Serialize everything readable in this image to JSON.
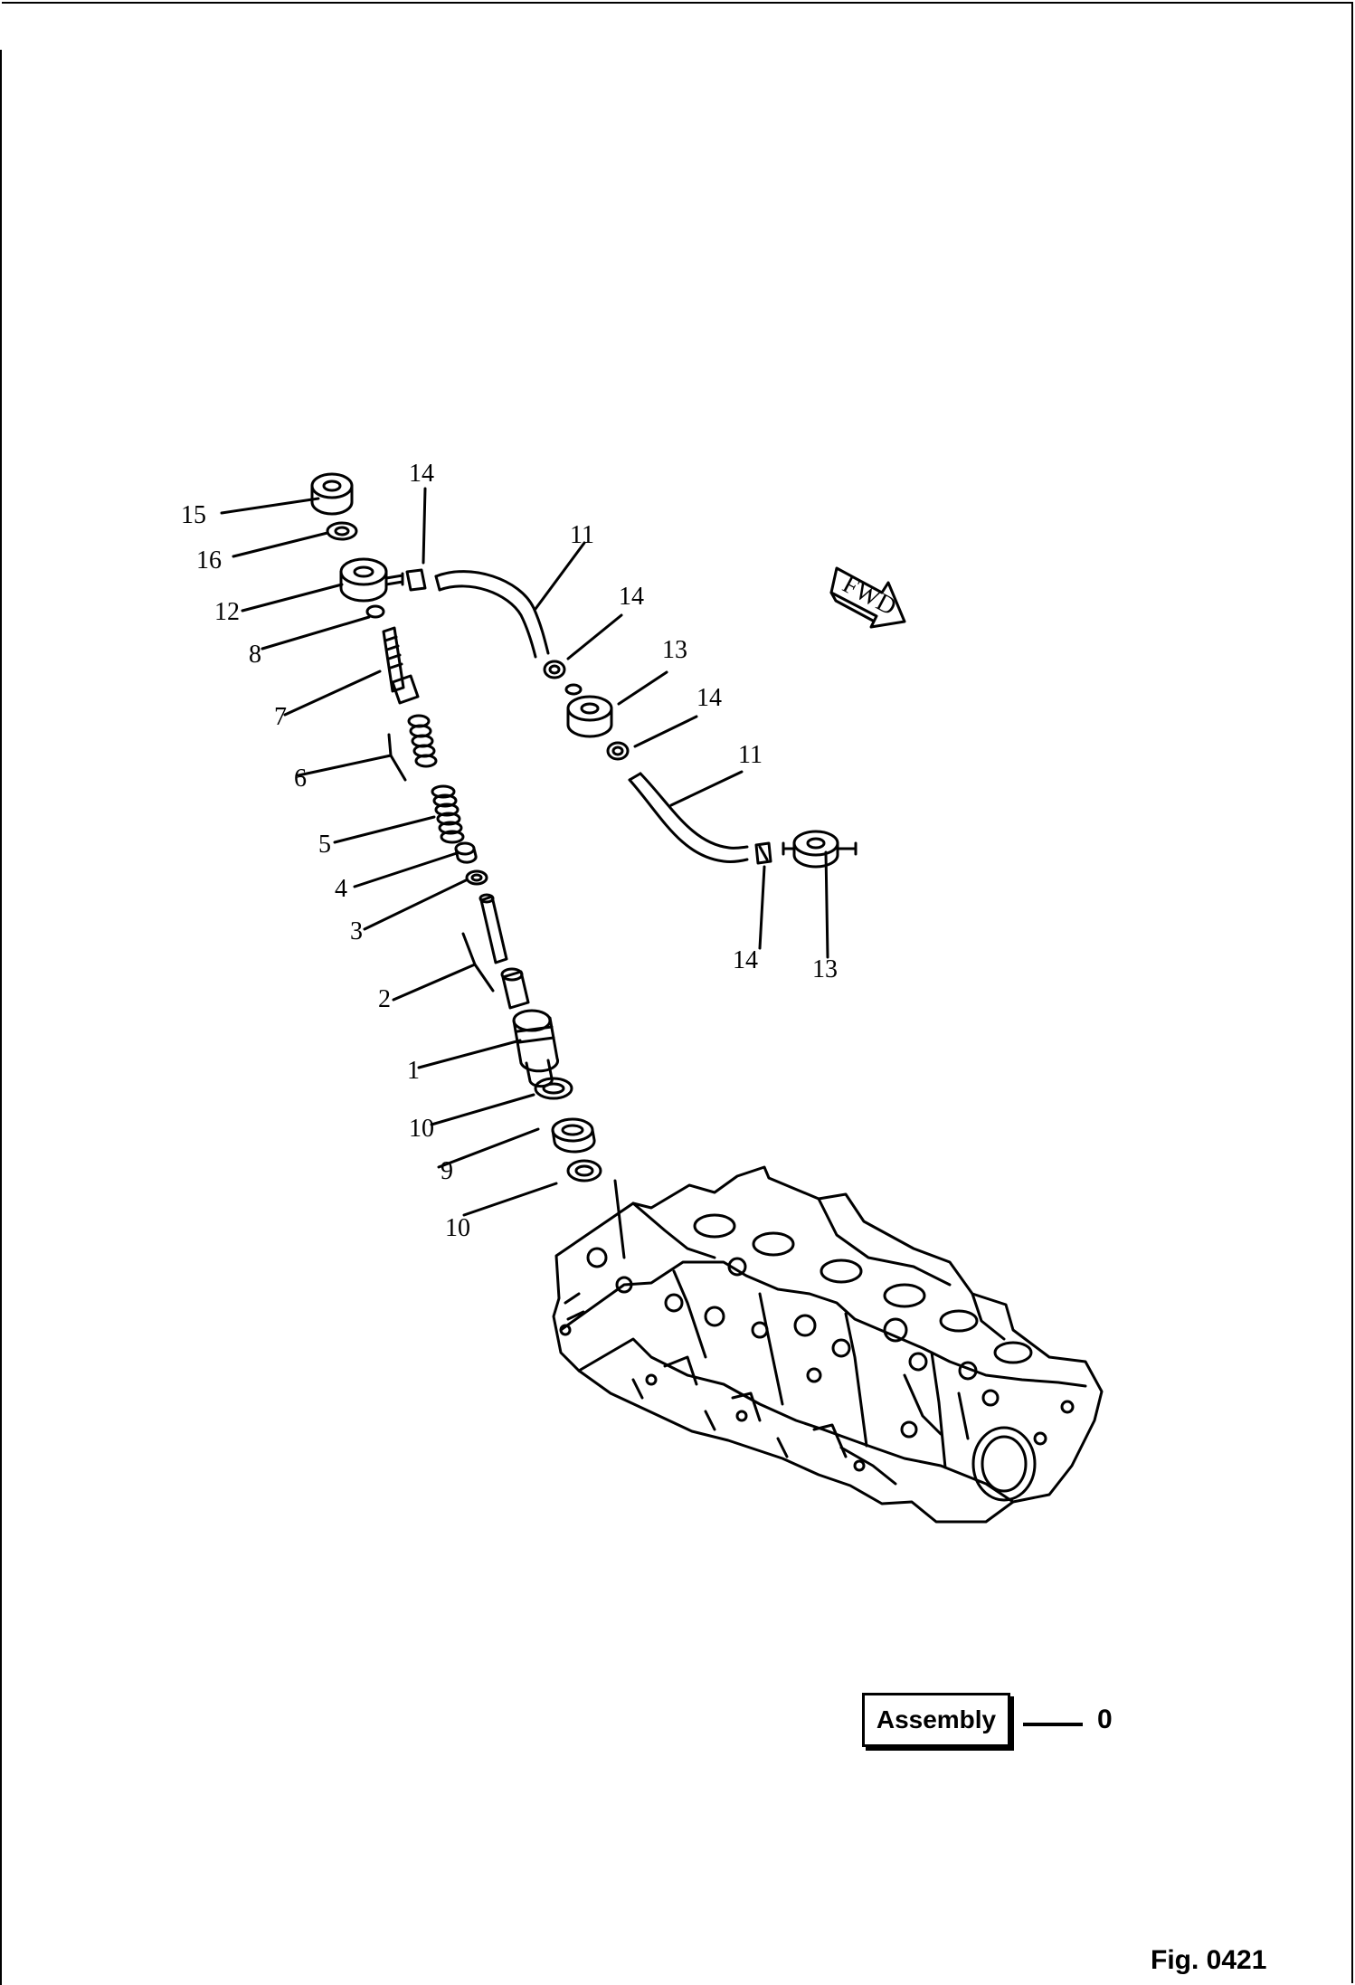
{
  "callouts": {
    "c15": "15",
    "c16": "16",
    "c12": "12",
    "c8": "8",
    "c7": "7",
    "c6": "6",
    "c5": "5",
    "c4": "4",
    "c3": "3",
    "c2": "2",
    "c1": "1",
    "c10a": "10",
    "c9": "9",
    "c10b": "10",
    "c14a": "14",
    "c11a": "11",
    "c14b": "14",
    "c13a": "13",
    "c14c": "14",
    "c11b": "11",
    "c14d": "14",
    "c13b": "13"
  },
  "direction_label": "FWD",
  "assembly": {
    "label": "Assembly",
    "value": "0"
  },
  "figure_label": "Fig. 0421"
}
